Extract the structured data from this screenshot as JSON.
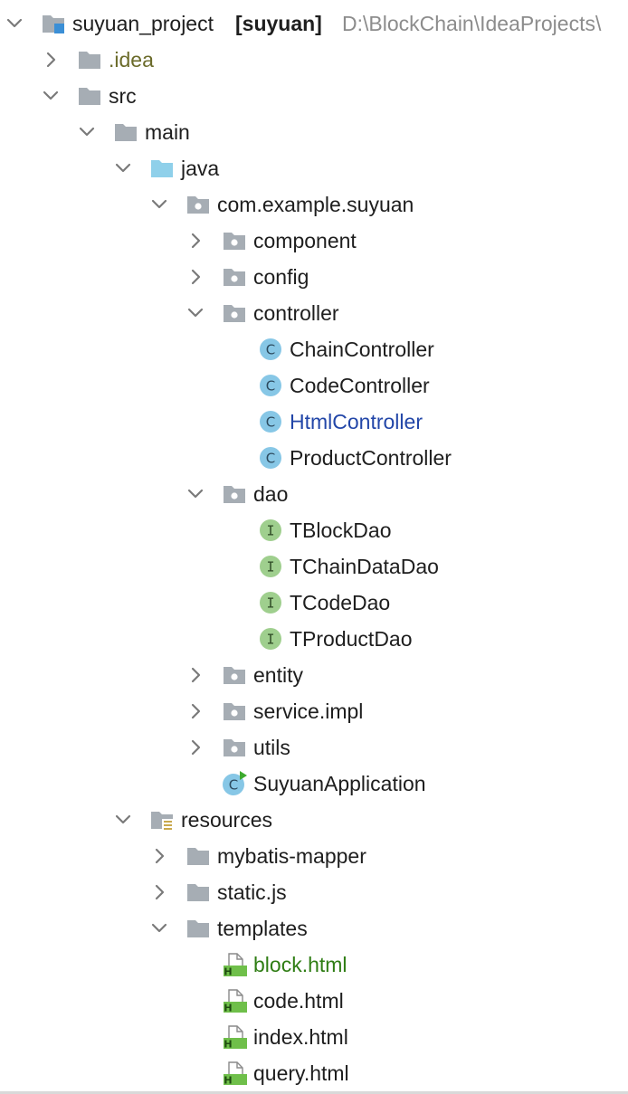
{
  "project": {
    "name": "suyuan_project",
    "module": "[suyuan]",
    "path": "D:\\BlockChain\\IdeaProjects\\"
  },
  "nodes": {
    "idea": ".idea",
    "src": "src",
    "main": "main",
    "java": "java",
    "package": "com.example.suyuan",
    "component": "component",
    "config": "config",
    "controller": "controller",
    "chain_controller": "ChainController",
    "code_controller": "CodeController",
    "html_controller": "HtmlController",
    "product_controller": "ProductController",
    "dao": "dao",
    "tblock_dao": "TBlockDao",
    "tchaindata_dao": "TChainDataDao",
    "tcode_dao": "TCodeDao",
    "tproduct_dao": "TProductDao",
    "entity": "entity",
    "service_impl": "service.impl",
    "utils": "utils",
    "app": "SuyuanApplication",
    "resources": "resources",
    "mybatis_mapper": "mybatis-mapper",
    "static_js": "static.js",
    "templates": "templates",
    "block_html": "block.html",
    "code_html": "code.html",
    "index_html": "index.html",
    "query_html": "query.html"
  },
  "icon_letters": {
    "class": "C",
    "interface": "I",
    "html": "H"
  },
  "colors": {
    "folder": "#a6adb4",
    "source_folder": "#8fd0ea",
    "class_icon": "#87c7e6",
    "interface_icon": "#9fcf8e",
    "html_icon": "#6fbf4a",
    "modified_text": "#2246a8",
    "added_text": "#2f7d14",
    "excluded_text": "#6b6b2a"
  }
}
